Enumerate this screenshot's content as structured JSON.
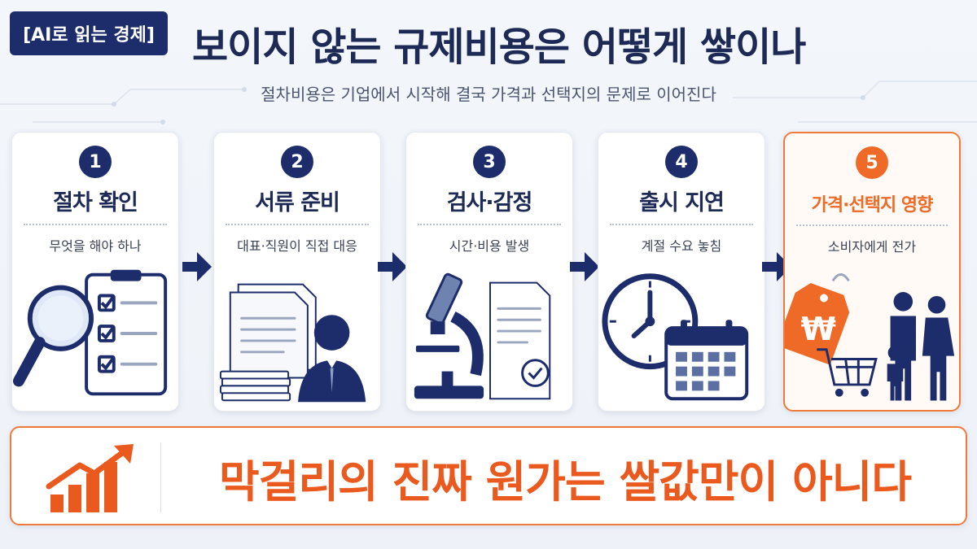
{
  "tag": "[AI로 읽는 경제]",
  "title": "보이지 않는 규제비용은 어떻게 쌓이나",
  "subtitle": "절차비용은 기업에서 시작해 결국 가격과 선택지의 문제로 이어진다",
  "steps": [
    {
      "number": "1",
      "title": "절차 확인",
      "desc": "무엇을 해야 하나",
      "icon": "magnifier-checklist-icon"
    },
    {
      "number": "2",
      "title": "서류 준비",
      "desc": "대표·직원이 직접 대응",
      "icon": "documents-person-icon"
    },
    {
      "number": "3",
      "title": "검사·감정",
      "desc": "시간·비용 발생",
      "icon": "microscope-document-icon"
    },
    {
      "number": "4",
      "title": "출시 지연",
      "desc": "계절 수요 놓침",
      "icon": "clock-calendar-icon"
    },
    {
      "number": "5",
      "title": "가격·선택지 영향",
      "desc": "소비자에게 전가",
      "icon": "price-tag-cart-family-icon"
    }
  ],
  "banner": {
    "text": "막걸리의 진짜 원가는 쌀값만이 아니다",
    "icon": "rising-bar-chart-icon"
  },
  "price_tag_symbol": "₩",
  "colors": {
    "navy": "#1d2d6b",
    "accent": "#ee6a26",
    "banner_text": "#ea5a1e"
  }
}
